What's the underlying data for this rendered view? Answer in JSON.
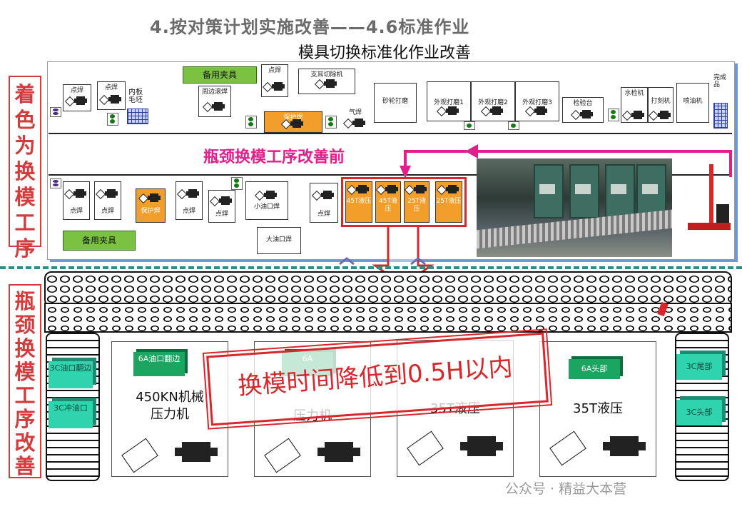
{
  "header": {
    "title": "4.按对策计划实施改善——4.6标准作业",
    "subtitle": "模具切换标准化作业改善"
  },
  "side_labels": {
    "left_top": "着色为换模工序",
    "left_bottom": "瓶颈换模工序改善"
  },
  "layout": {
    "spare_fixture_top": "备用夹具",
    "spare_fixture_bottom": "备用夹具",
    "before_label": "瓶颈换模工序改善前",
    "top_row": [
      {
        "label": "点焊"
      },
      {
        "label": "点焊"
      },
      {
        "label": "内板毛坯"
      },
      {
        "label": "周边滚焊"
      },
      {
        "label": "点焊"
      },
      {
        "label": "支耳切除机"
      },
      {
        "label": "保护焊"
      },
      {
        "label": "气焊"
      },
      {
        "label": "砂轮打磨"
      },
      {
        "label": "外观打磨1"
      },
      {
        "label": "外观打磨2"
      },
      {
        "label": "外观打磨3"
      },
      {
        "label": "检验台"
      },
      {
        "label": "水检机"
      },
      {
        "label": "打刻机"
      },
      {
        "label": "喷油机"
      },
      {
        "label": "完成品"
      }
    ],
    "bottom_row": [
      {
        "label": "点焊"
      },
      {
        "label": "点焊"
      },
      {
        "label": "保护焊"
      },
      {
        "label": "点焊"
      },
      {
        "label": "点焊"
      },
      {
        "label": "小油口焊"
      },
      {
        "label": "大油口焊"
      },
      {
        "label": "点焊"
      },
      {
        "label": "45T液压"
      },
      {
        "label": "45T液压"
      },
      {
        "label": "25T液压"
      },
      {
        "label": "25T液压"
      }
    ]
  },
  "improvement": {
    "machines": [
      {
        "tag": "6A油口翻边",
        "name1": "450KN机械",
        "name2": "压力机"
      },
      {
        "tag": "6A",
        "name1": "",
        "name2": "压力机"
      },
      {
        "tag": "",
        "name1": "35T液压",
        "name2": ""
      },
      {
        "tag": "6A头部",
        "name1": "35T液压",
        "name2": ""
      }
    ],
    "left_tags": [
      "3C油口翻边",
      "3C冲油口"
    ],
    "right_tags": [
      "3C尾部",
      "3C头部"
    ],
    "stamp_text": "换模时间降低到0.5H以内"
  },
  "watermark": "公众号 · 精益大本营",
  "colors": {
    "accent_red": "#d9262b",
    "magenta": "#e31e8c",
    "orange": "#f39d2b",
    "green": "#7cc242",
    "teal": "#2fd4ae"
  }
}
